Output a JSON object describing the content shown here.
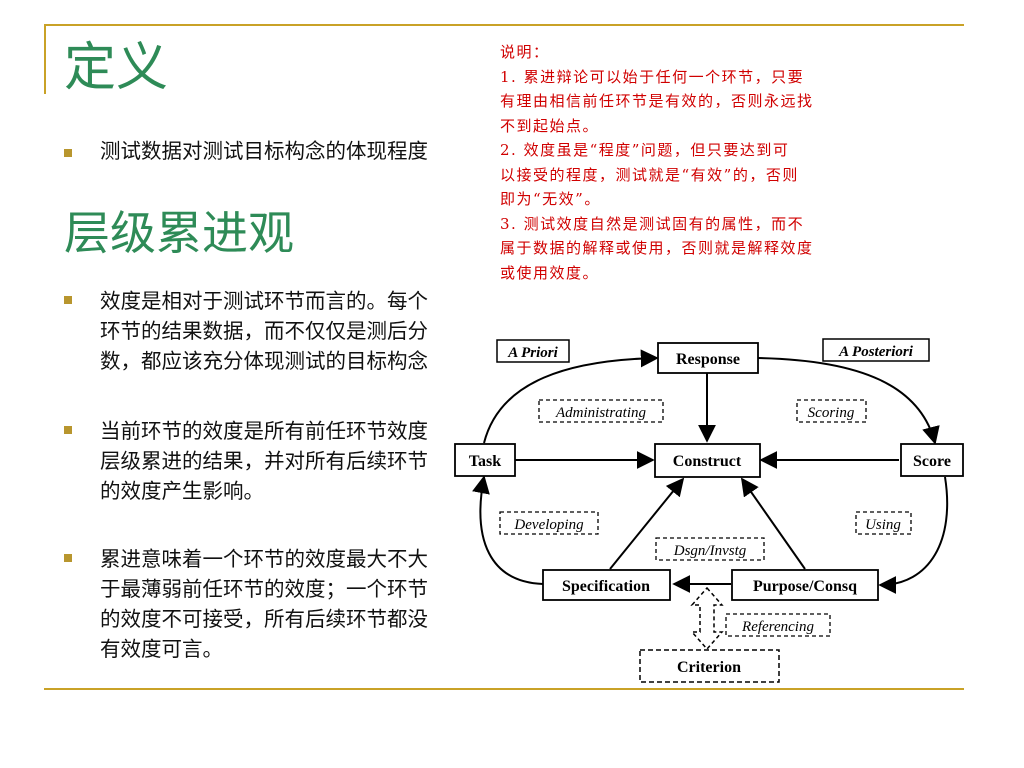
{
  "slide": {
    "title_1": "定义",
    "title_2": "层级累进观",
    "bullets_1": [
      "测试数据对测试目标构念的体现程度"
    ],
    "bullets_2": [
      "效度是相对于测试环节而言的。每个环节的结果数据，而不仅仅是测后分数，都应该充分体现测试的目标构念",
      "当前环节的效度是所有前任环节效度层级累进的结果，并对所有后续环节的效度产生影响。",
      "累进意味着一个环节的效度最大不大于最薄弱前任环节的效度；一个环节的效度不可接受，所有后续环节都没有效度可言。"
    ]
  },
  "note": {
    "heading": "说明：",
    "lines": [
      "1. 累进辩论可以始于任何一个环节，只要",
      "有理由相信前任环节是有效的，否则永远找",
      "不到起始点。",
      "2. 效度虽是“程度”问题，但只要达到可",
      "以接受的程度，测试就是“有效”的，否则",
      "即为“无效”。",
      "3. 测试效度自然是测试固有的属性，而不",
      "属于数据的解释或使用，否则就是解释效度",
      "或使用效度。"
    ]
  },
  "diagram": {
    "nodes": {
      "response": "Response",
      "task": "Task",
      "construct": "Construct",
      "score": "Score",
      "specification": "Specification",
      "purpose": "Purpose/Consq",
      "criterion": "Criterion"
    },
    "labels": {
      "a_priori": "A Priori",
      "a_posteriori": "A Posteriori"
    },
    "edge_labels": {
      "administrating": "Administrating",
      "scoring": "Scoring",
      "developing": "Developing",
      "using": "Using",
      "dsgn": "Dsgn/Invstg",
      "referencing": "Referencing"
    }
  },
  "colors": {
    "title": "#2e8b57",
    "note": "#d00000",
    "rule": "#c9a227",
    "bullet": "#b8962e"
  }
}
